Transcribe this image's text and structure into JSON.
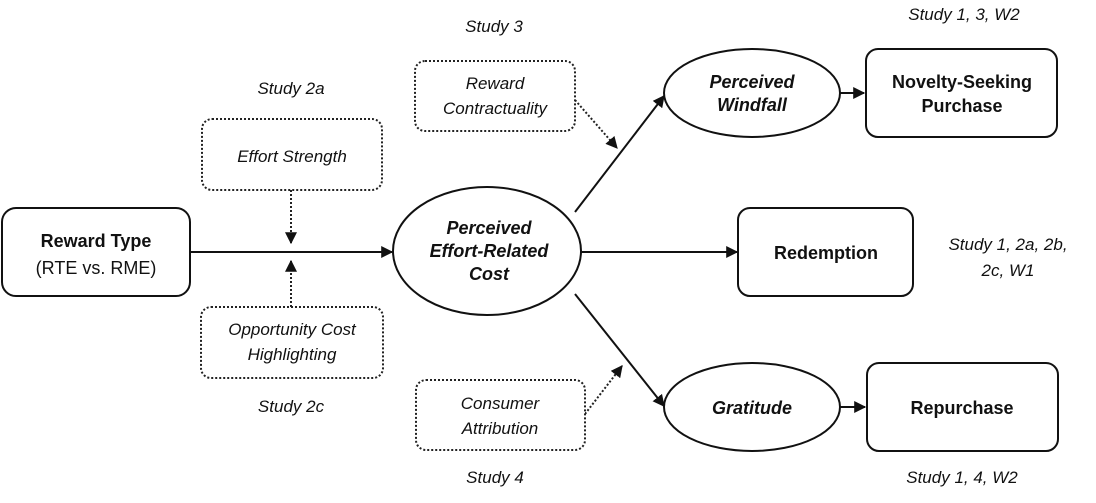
{
  "diagram": {
    "nodes": {
      "reward_type": {
        "line1": "Reward Type",
        "line2": "(RTE vs. RME)"
      },
      "effort_cost": {
        "line1": "Perceived",
        "line2": "Effort-Related",
        "line3": "Cost"
      },
      "windfall": {
        "line1": "Perceived",
        "line2": "Windfall"
      },
      "novelty": {
        "line1": "Novelty-Seeking",
        "line2": "Purchase"
      },
      "redemption": {
        "line1": "Redemption"
      },
      "gratitude": {
        "line1": "Gratitude"
      },
      "repurchase": {
        "line1": "Repurchase"
      }
    },
    "moderators": {
      "effort_strength": {
        "line1": "Effort Strength",
        "study": "Study 2a"
      },
      "opportunity_cost": {
        "line1": "Opportunity Cost",
        "line2": "Highlighting",
        "study": "Study 2c"
      },
      "contractuality": {
        "line1": "Reward",
        "line2": "Contractuality",
        "study": "Study 3"
      },
      "attribution": {
        "line1": "Consumer",
        "line2": "Attribution",
        "study": "Study 4"
      }
    },
    "study_labels": {
      "novelty": "Study 1, 3, W2",
      "redemption_line1": "Study 1, 2a, 2b,",
      "redemption_line2": "2c, W1",
      "repurchase": "Study 1, 4, W2"
    },
    "edges": [
      {
        "from": "reward_type",
        "to": "effort_cost",
        "style": "solid"
      },
      {
        "from": "effort_cost",
        "to": "windfall",
        "style": "solid"
      },
      {
        "from": "effort_cost",
        "to": "redemption",
        "style": "solid"
      },
      {
        "from": "effort_cost",
        "to": "gratitude",
        "style": "solid"
      },
      {
        "from": "windfall",
        "to": "novelty",
        "style": "solid"
      },
      {
        "from": "gratitude",
        "to": "repurchase",
        "style": "solid"
      },
      {
        "from": "effort_strength",
        "to": "reward_type->effort_cost",
        "style": "dotted"
      },
      {
        "from": "opportunity_cost",
        "to": "reward_type->effort_cost",
        "style": "dotted"
      },
      {
        "from": "contractuality",
        "to": "effort_cost->windfall",
        "style": "dotted"
      },
      {
        "from": "attribution",
        "to": "effort_cost->gratitude",
        "style": "dotted"
      }
    ]
  }
}
